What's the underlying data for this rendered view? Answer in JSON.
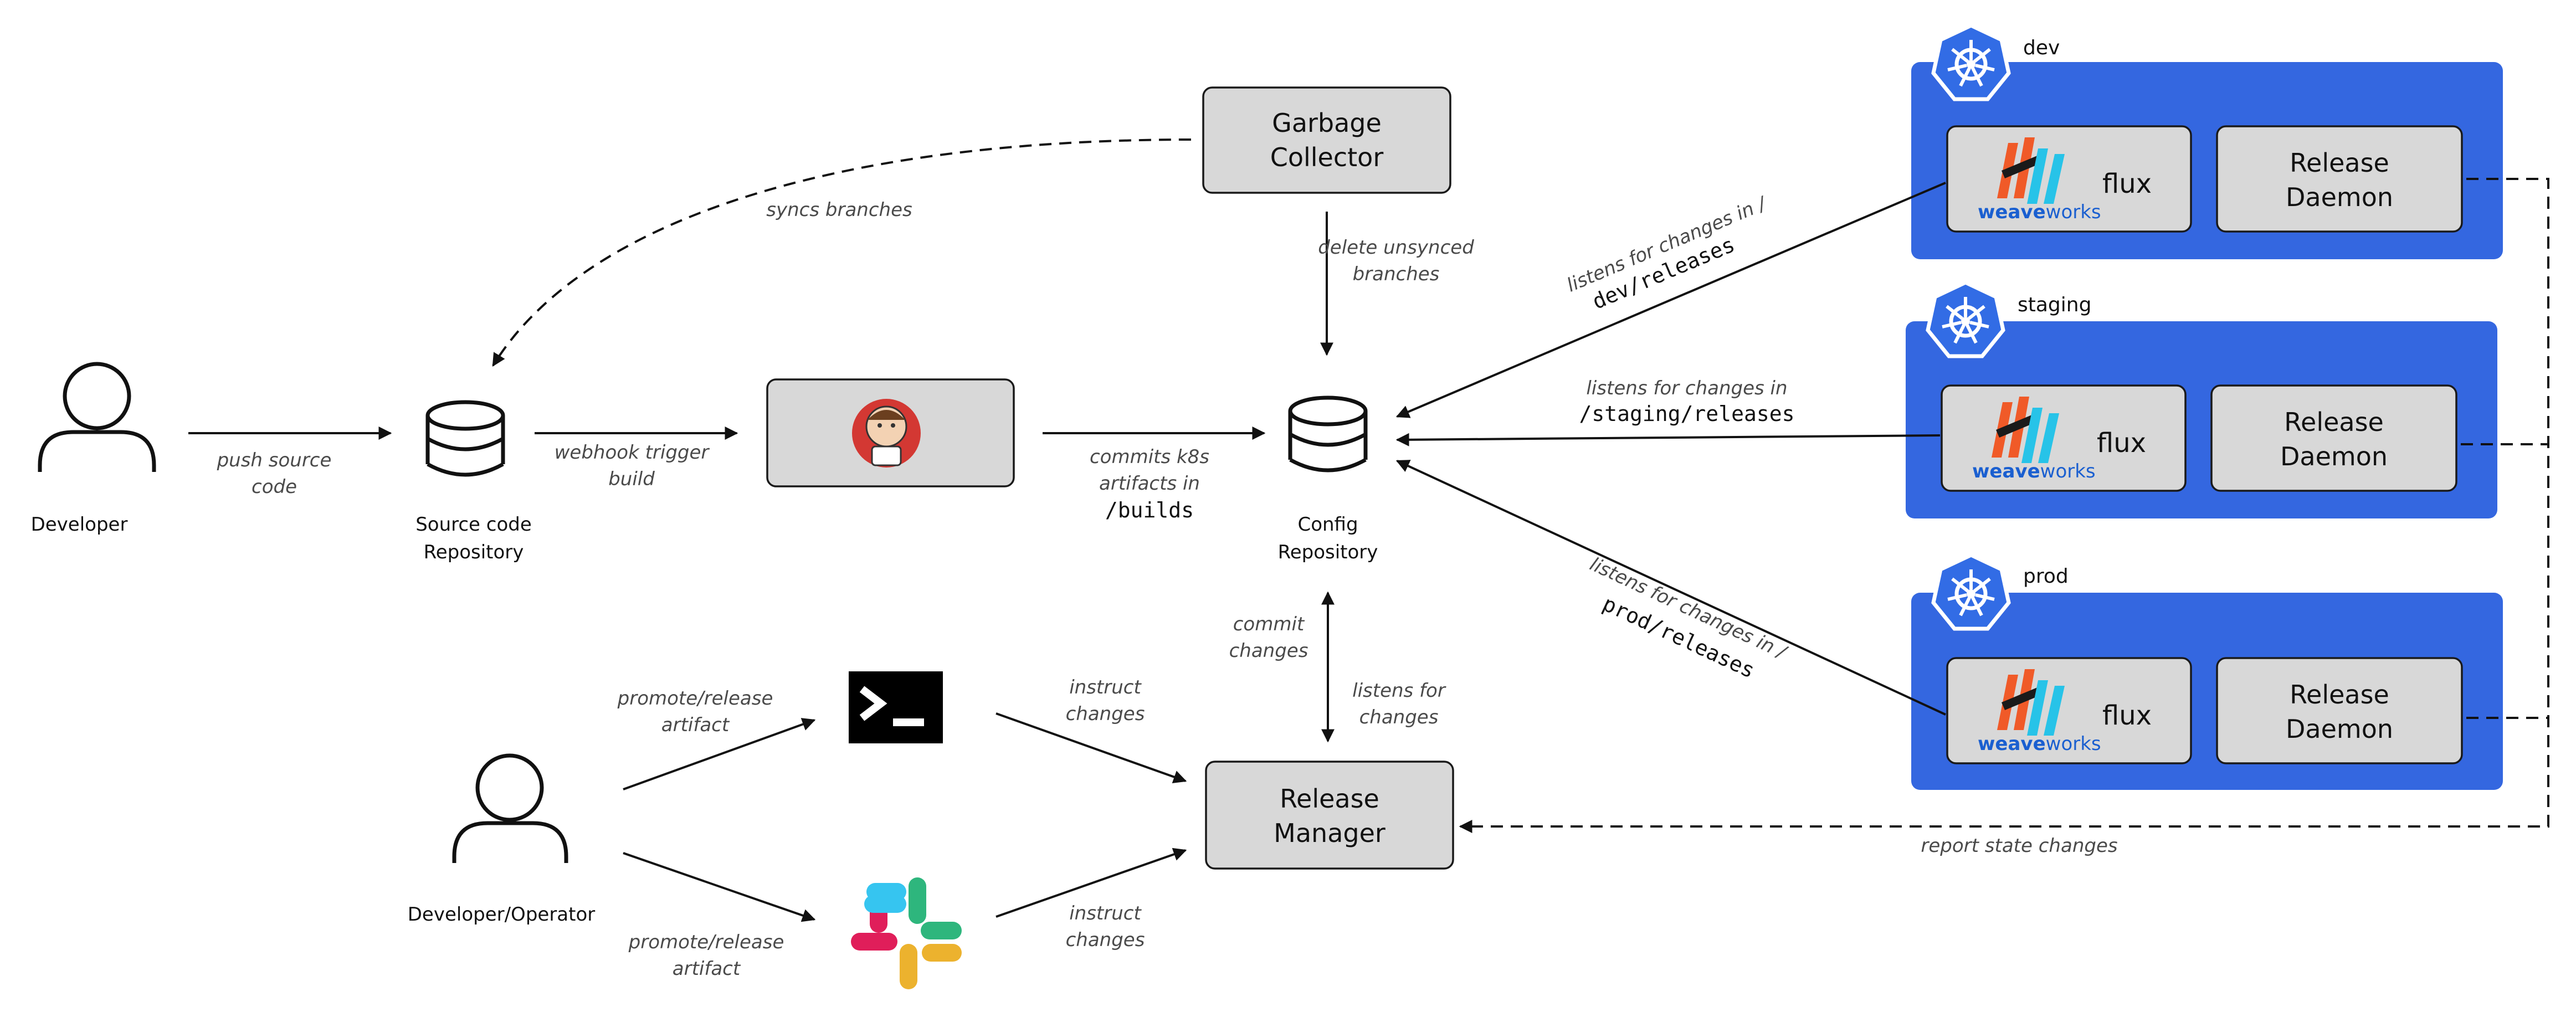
{
  "nodes": {
    "developer": "Developer",
    "source_repo_1": "Source code",
    "source_repo_2": "Repository",
    "config_repo_1": "Config",
    "config_repo_2": "Repository",
    "garbage_collector_1": "Garbage",
    "garbage_collector_2": "Collector",
    "release_manager_1": "Release",
    "release_manager_2": "Manager",
    "developer_operator": "Developer/Operator"
  },
  "edges": {
    "push_1": "push source",
    "push_2": "code",
    "webhook_1": "webhook trigger",
    "webhook_2": "build",
    "commits_1": "commits k8s",
    "commits_2": "artifacts in",
    "commits_3": "/builds",
    "syncs": "syncs branches",
    "delete_1": "delete unsynced",
    "delete_2": "branches",
    "commit_changes_1": "commit",
    "commit_changes_2": "changes",
    "listens_1": "listens for",
    "listens_2": "changes",
    "promote_top_1": "promote/release",
    "promote_top_2": "artifact",
    "promote_bot_1": "promote/release",
    "promote_bot_2": "artifact",
    "instruct_top_1": "instruct",
    "instruct_top_2": "changes",
    "instruct_bot_1": "instruct",
    "instruct_bot_2": "changes",
    "report": "report state changes",
    "dev_listen_1": "listens for changes in /",
    "dev_listen_2": "dev/releases",
    "staging_listen_1": "listens for changes in",
    "staging_listen_2": "/staging/releases",
    "prod_listen_1": "listens for changes in /",
    "prod_listen_2": "prod/releases"
  },
  "envs": {
    "dev": "dev",
    "staging": "staging",
    "prod": "prod"
  },
  "flux": {
    "label": "flux",
    "weave": "weave",
    "works": "works"
  },
  "daemon": {
    "line1": "Release",
    "line2": "Daemon"
  },
  "colors": {
    "env_blue": "#3467e0",
    "box_gray": "#d8d8d8",
    "k8s_blue": "#326ce5",
    "flux_orange": "#f05a28",
    "flux_cyan": "#27c3e8",
    "jenkins_red": "#d33833"
  },
  "icons": [
    "person-icon",
    "database-icon",
    "jenkins-logo",
    "terminal-icon",
    "slack-logo",
    "kubernetes-icon",
    "weaveworks-flux-logo"
  ]
}
